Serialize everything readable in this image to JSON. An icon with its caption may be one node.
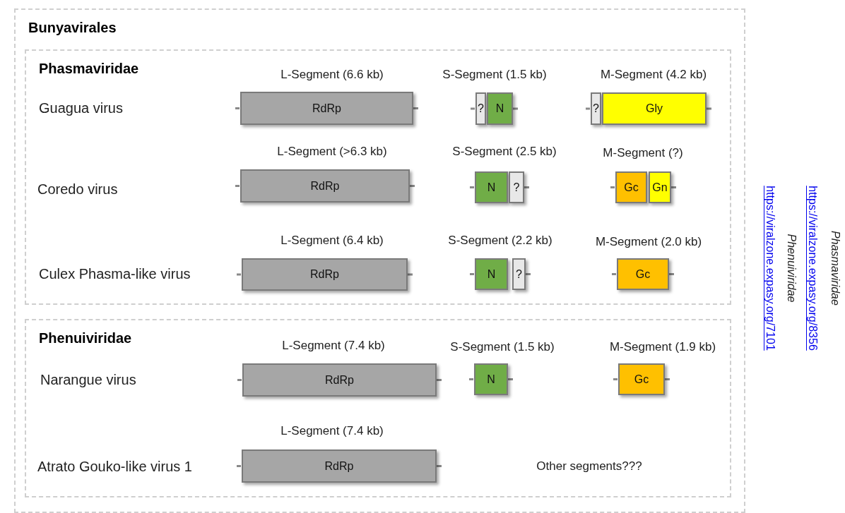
{
  "diagram": {
    "nodes": [
      {
        "text": [
          "Bunyavirales"
        ]
      },
      {
        "text": [
          "Phasmaviridae"
        ],
        "in": 0
      },
      {
        "text": [
          "RdRp"
        ],
        "in": 1
      },
      {
        "text": [
          "?"
        ],
        "in": 1
      },
      {
        "text": [
          "N"
        ],
        "in": 1
      },
      {
        "text": [
          "?"
        ],
        "in": 1
      },
      {
        "text": [
          "Gly"
        ],
        "in": 1
      },
      {
        "text": [
          "RdRp"
        ],
        "in": 1
      },
      {
        "text": [
          "N"
        ],
        "in": 1
      },
      {
        "text": [
          "?"
        ],
        "in": 1
      },
      {
        "text": [
          "Gc"
        ],
        "in": 1
      },
      {
        "text": [
          "Gn"
        ],
        "in": 1
      },
      {
        "text": [
          "RdRp"
        ],
        "in": 1
      },
      {
        "text": [
          "N"
        ],
        "in": 1
      },
      {
        "text": [
          "?"
        ],
        "in": 1
      },
      {
        "text": [
          "Gc"
        ],
        "in": 1
      },
      {
        "text": [
          "Phenuiviridae"
        ],
        "in": 0
      },
      {
        "text": [
          "RdRp"
        ],
        "in": 16
      },
      {
        "text": [
          "N"
        ],
        "in": 16
      },
      {
        "text": [
          "Gc"
        ],
        "in": 16
      },
      {
        "text": [
          "RdRp"
        ],
        "in": 16
      }
    ],
    "labels": [
      "L-Segment (6.6 kb)",
      "S-Segment (1.5 kb)",
      "M-Segment (4.2 kb)",
      "Guagua virus",
      "L-Segment (>6.3 kb)",
      "S-Segment (2.5 kb)",
      "M-Segment (?)",
      "Coredo virus",
      "L-Segment (6.4 kb)",
      "S-Segment (2.2 kb)",
      "M-Segment (2.0 kb)",
      "Culex Phasma-like virus",
      "L-Segment (7.4 kb)",
      "S-Segment (1.5 kb)",
      "M-Segment (1.9 kb)",
      "Narangue virus",
      "L-Segment (7.4 kb)",
      "Atrato Gouko-like virus 1",
      "Other segments???",
      "Phasmaviridae",
      "https://viralzone.expasy.org/8356",
      "Phenuiviridae",
      "https://viralzone.expasy.org/7101"
    ]
  }
}
